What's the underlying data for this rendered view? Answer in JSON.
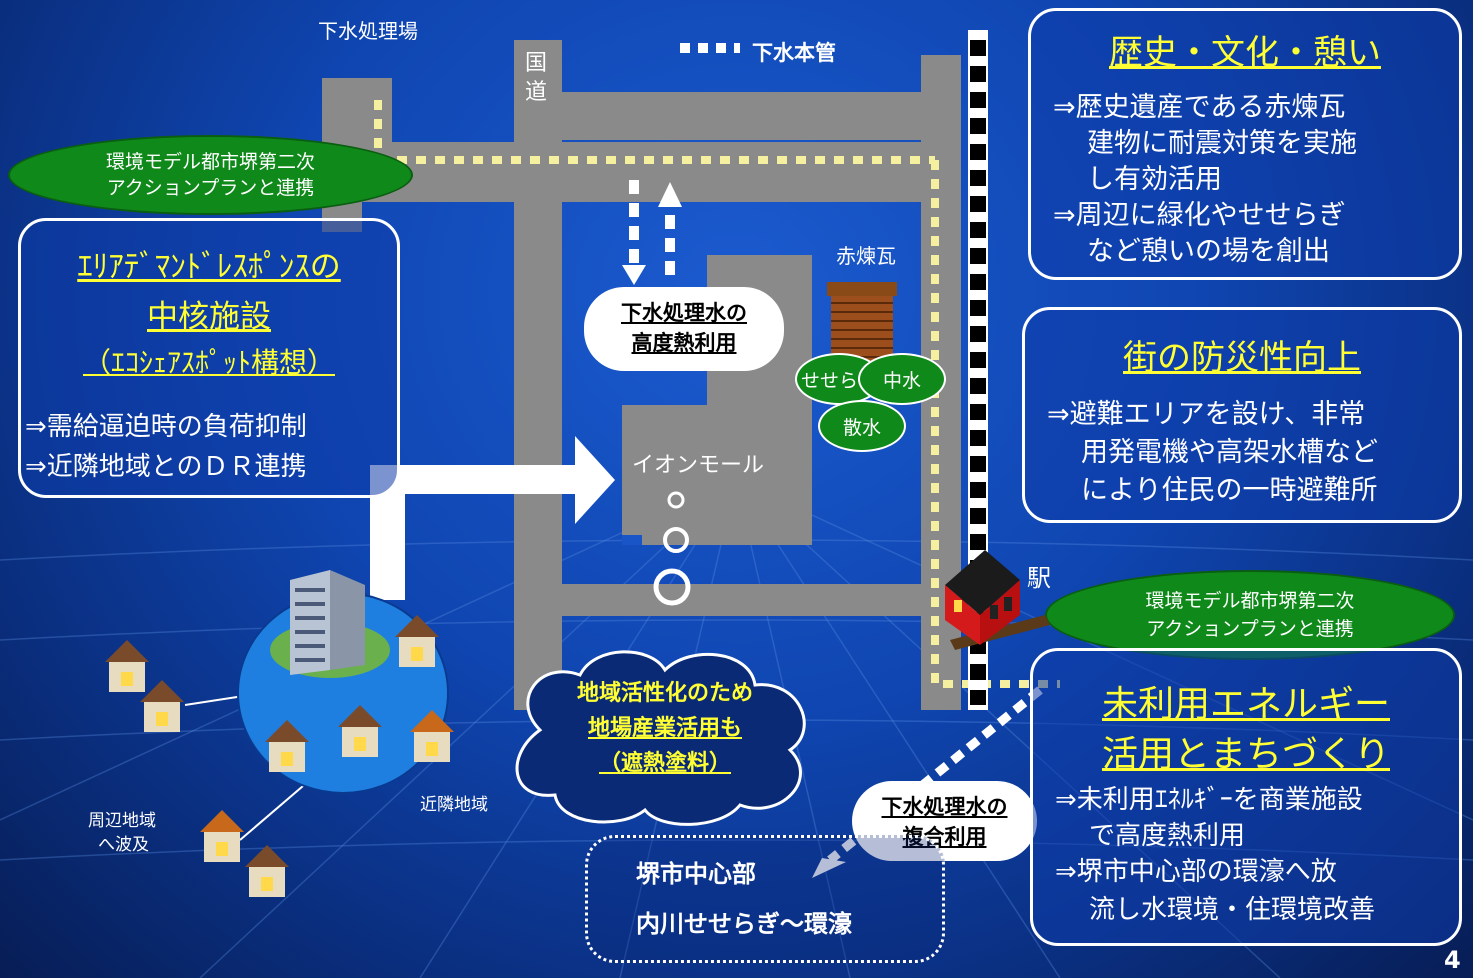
{
  "labels": {
    "sewage_plant": "下水処理場",
    "national_road": [
      "国",
      "道"
    ],
    "sewer_main_legend": "下水本管",
    "brick": "赤煉瓦",
    "aeon_mall": "イオンモール",
    "station": "駅",
    "nearby_area": "近隣地域",
    "surrounding_area": [
      "周辺地域",
      "へ波及"
    ],
    "page_number": "4"
  },
  "green_left": [
    "環境モデル都市堺第二次",
    "アクションプランと連携"
  ],
  "green_right": [
    "環境モデル都市堺第二次",
    "アクションプランと連携"
  ],
  "small_greens": {
    "seseragi": "せせらぎ",
    "nakamizu": "中水",
    "sansui": "散水"
  },
  "pill_top": [
    "下水処理水の",
    "高度熱利用"
  ],
  "pill_bottom": [
    "下水処理水の",
    "複合利用"
  ],
  "cloud": [
    "地域活性化のため",
    "地場産業活用も",
    "（遮熱塗料）"
  ],
  "dotted_box": [
    "堺市中心部",
    "内川せせらぎ～環濠"
  ],
  "box_left": {
    "heading": [
      "ｴﾘｱﾃﾞﾏﾝﾄﾞﾚｽﾎﾟﾝｽの",
      "中核施設",
      "（ｴｺｼｪｱｽﾎﾟｯﾄ構想）"
    ],
    "lines": [
      "⇒需給逼迫時の負荷抑制",
      "⇒近隣地域とのＤＲ連携"
    ]
  },
  "box_history": {
    "heading": "歴史・文化・憩い",
    "lines": [
      "⇒歴史遺産である赤煉瓦",
      "建物に耐震対策を実施",
      "し有効活用",
      "⇒周辺に緑化やせせらぎ",
      "など憩いの場を創出"
    ]
  },
  "box_disaster": {
    "heading": "街の防災性向上",
    "lines": [
      "⇒避難エリアを設け、非常",
      "用発電機や高架水槽など",
      "により住民の一時避難所"
    ]
  },
  "box_energy": {
    "heading": [
      "未利用エネルギー",
      "活用とまちづくり"
    ],
    "lines": [
      "⇒未利用ｴﾈﾙｷﾞｰを商業施設",
      "で高度熱利用",
      "⇒堺市中心部の環濠へ放",
      "流し水環境・住環境改善"
    ]
  },
  "colors": {
    "background": "#0f45b0",
    "heading_yellow": "#ffff33",
    "green": "#0f8a1a",
    "road": "#8a8a8a",
    "sewer_dot": "#f5f0a0"
  }
}
